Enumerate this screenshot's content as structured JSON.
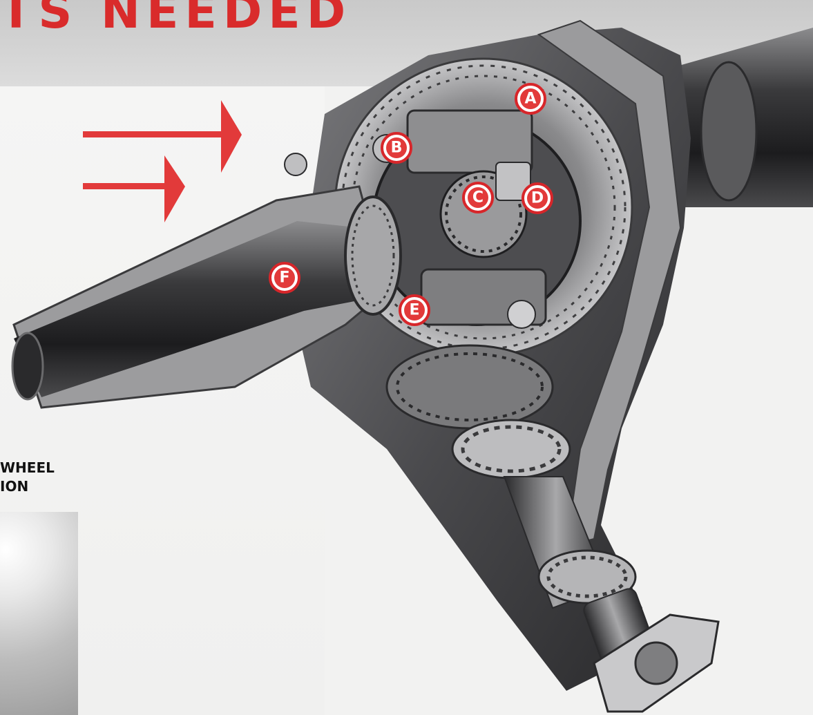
{
  "header": {
    "headline": "TS NEEDED"
  },
  "caption": {
    "line1": "WHEEL",
    "line2": "ION"
  },
  "callouts": [
    "A",
    "B",
    "C",
    "D",
    "E",
    "F"
  ],
  "colors": {
    "accent_red": "#d92b2b",
    "metal_dark": "#2f2f31",
    "metal_mid": "#6d6d70",
    "metal_light": "#b9b9bb"
  },
  "icons": {
    "arrow": "red-right-arrow-icon"
  }
}
